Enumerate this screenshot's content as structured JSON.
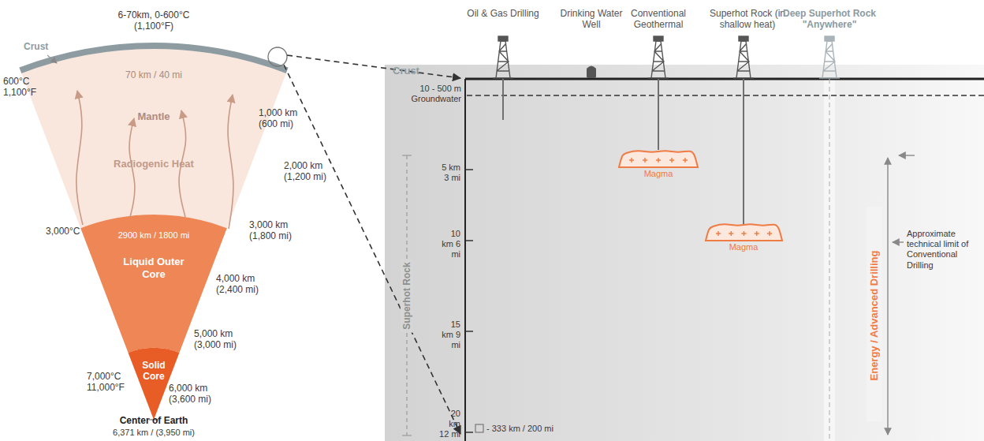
{
  "diagram": {
    "nodes": [
      {
        "text": [
          "70 km / 40 mi",
          "Mantle",
          "Radiogenic Heat"
        ]
      },
      {
        "text": [
          "2900 km / 1800 mi",
          "Liquid Outer Core"
        ]
      },
      {
        "text": [
          "Solid Core"
        ]
      },
      {
        "text": [
          "Magma"
        ]
      },
      {
        "text": [
          "Magma"
        ]
      }
    ],
    "labels": [
      "Crust",
      "6-70km, 0-600°C (1,100°F)",
      "600°C 1,100°F",
      "1,000 km (600 mi)",
      "2,000 km (1,200 mi)",
      "3,000°C",
      "3,000 km (1,800 mi)",
      "4,000 km (2,400 mi)",
      "5,000 km (3,000 mi)",
      "7,000°C 11,000°F",
      "6,000 km (3,600 mi)",
      "Center of Earth",
      "6,371 km / (3,950 mi)",
      "Oil & Gas Drilling",
      "Drinking Water Well",
      "Conventional Geothermal",
      "Superhot Rock (in shallow heat)",
      "Deep Superhot Rock \"Anywhere\"",
      "Crust",
      "10 - 500 m Groundwater",
      "5 km 3 mi",
      "10 km 6 mi",
      "15 km 9 mi",
      "20 km 12 mi",
      "Superhot Rock",
      "Energy / Advanced Drilling",
      "Approximate technical limit of Conventional Drilling",
      "- 333 km / 200 mi"
    ]
  }
}
